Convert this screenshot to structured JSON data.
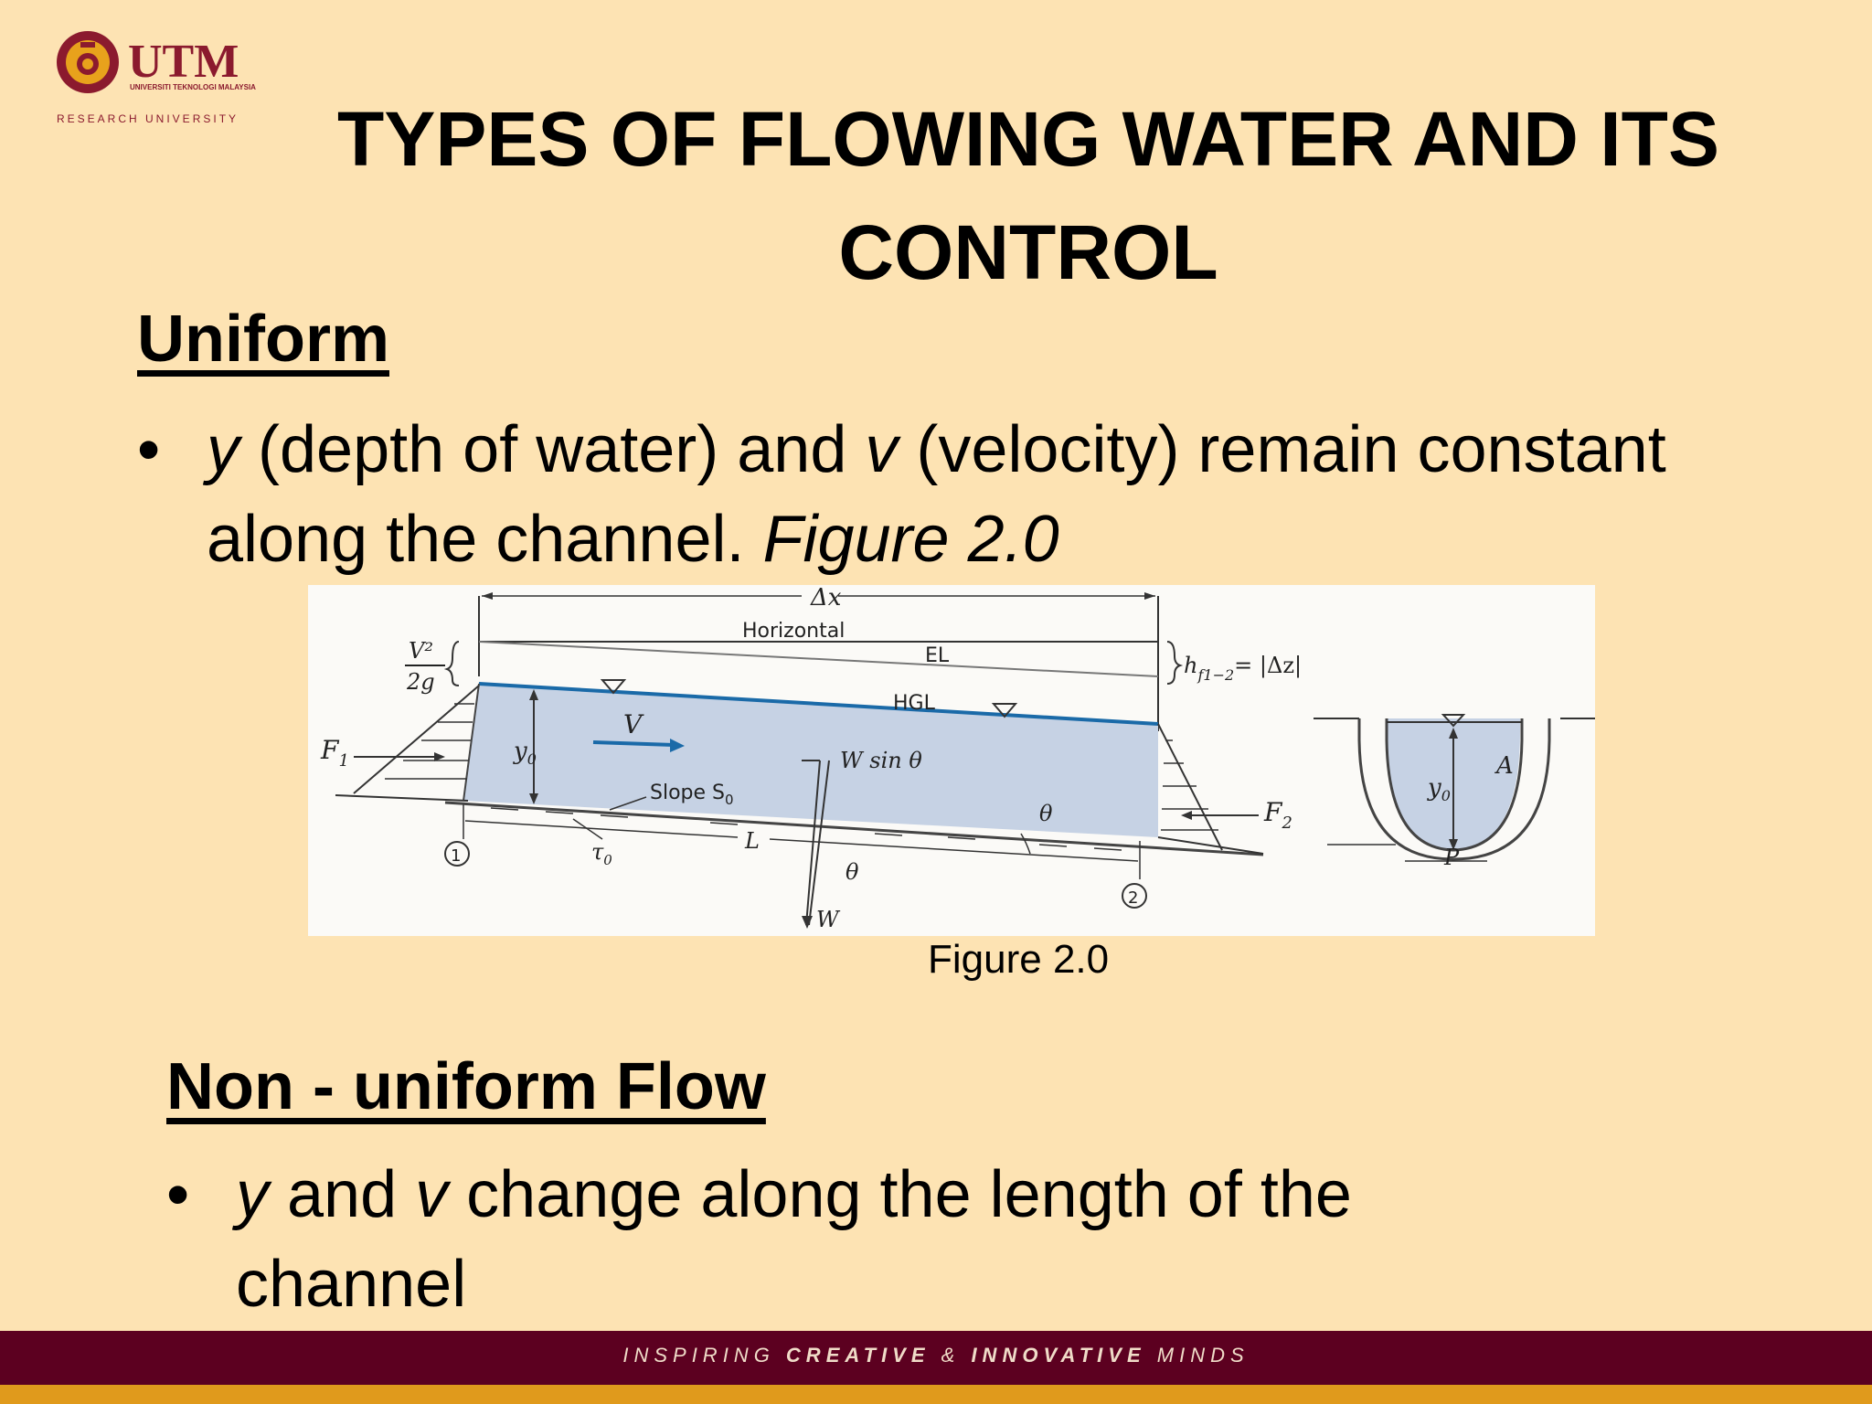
{
  "logo": {
    "brand": "UTM",
    "university": "UNIVERSITI TEKNOLOGI MALAYSIA",
    "tagline": "RESEARCH UNIVERSITY"
  },
  "title_line1": "TYPES OF  FLOWING WATER AND ITS",
  "title_line2": "CONTROL",
  "uniform": {
    "heading": "Uniform",
    "bullet_y": "y",
    "bullet_part1": " (depth of water) and ",
    "bullet_v": "v",
    "bullet_part2": " (velocity) remain constant",
    "bullet_line2": "along the channel. ",
    "bullet_fig_ref": "Figure 2.0"
  },
  "figure": {
    "delta_x": "Δx",
    "horizontal": "Horizontal",
    "el": "EL",
    "hgl": "HGL",
    "v": "V",
    "v2_over_2g_num": "V²",
    "v2_over_2g_den": "2g",
    "hf": "h",
    "hf_sub": "f1−2",
    "hf_eq": "= |Δz|",
    "f1": "F",
    "f1_sub": "1",
    "y0": "y",
    "y0_sub": "0",
    "w_sin": "W sin θ",
    "slope": "Slope S",
    "slope_sub": "0",
    "theta": "θ",
    "f2": "F",
    "f2_sub": "2",
    "tau0": "τ",
    "tau0_sub": "0",
    "l": "L",
    "w": "W",
    "station1": "1",
    "station2": "2",
    "a": "A",
    "p": "P"
  },
  "caption": "Figure 2.0",
  "nonuniform": {
    "heading": "Non - uniform Flow",
    "bullet_y": "y",
    "bullet_part1": " and ",
    "bullet_v": "v",
    "bullet_part2": " change along the length of the",
    "bullet_line2": "channel"
  },
  "footer": {
    "inspiring": "INSPIRING ",
    "creative": "CREATIVE",
    "amp": " & ",
    "innovative": "INNOVATIVE",
    "minds": " MINDS"
  },
  "colors": {
    "background": "#fde3b3",
    "footer_bar": "#5c0020",
    "footer_accent": "#e09a1c",
    "water": "#c6d2e4",
    "hgl": "#1a6aa8",
    "utm_maroon": "#8b1a2e"
  }
}
